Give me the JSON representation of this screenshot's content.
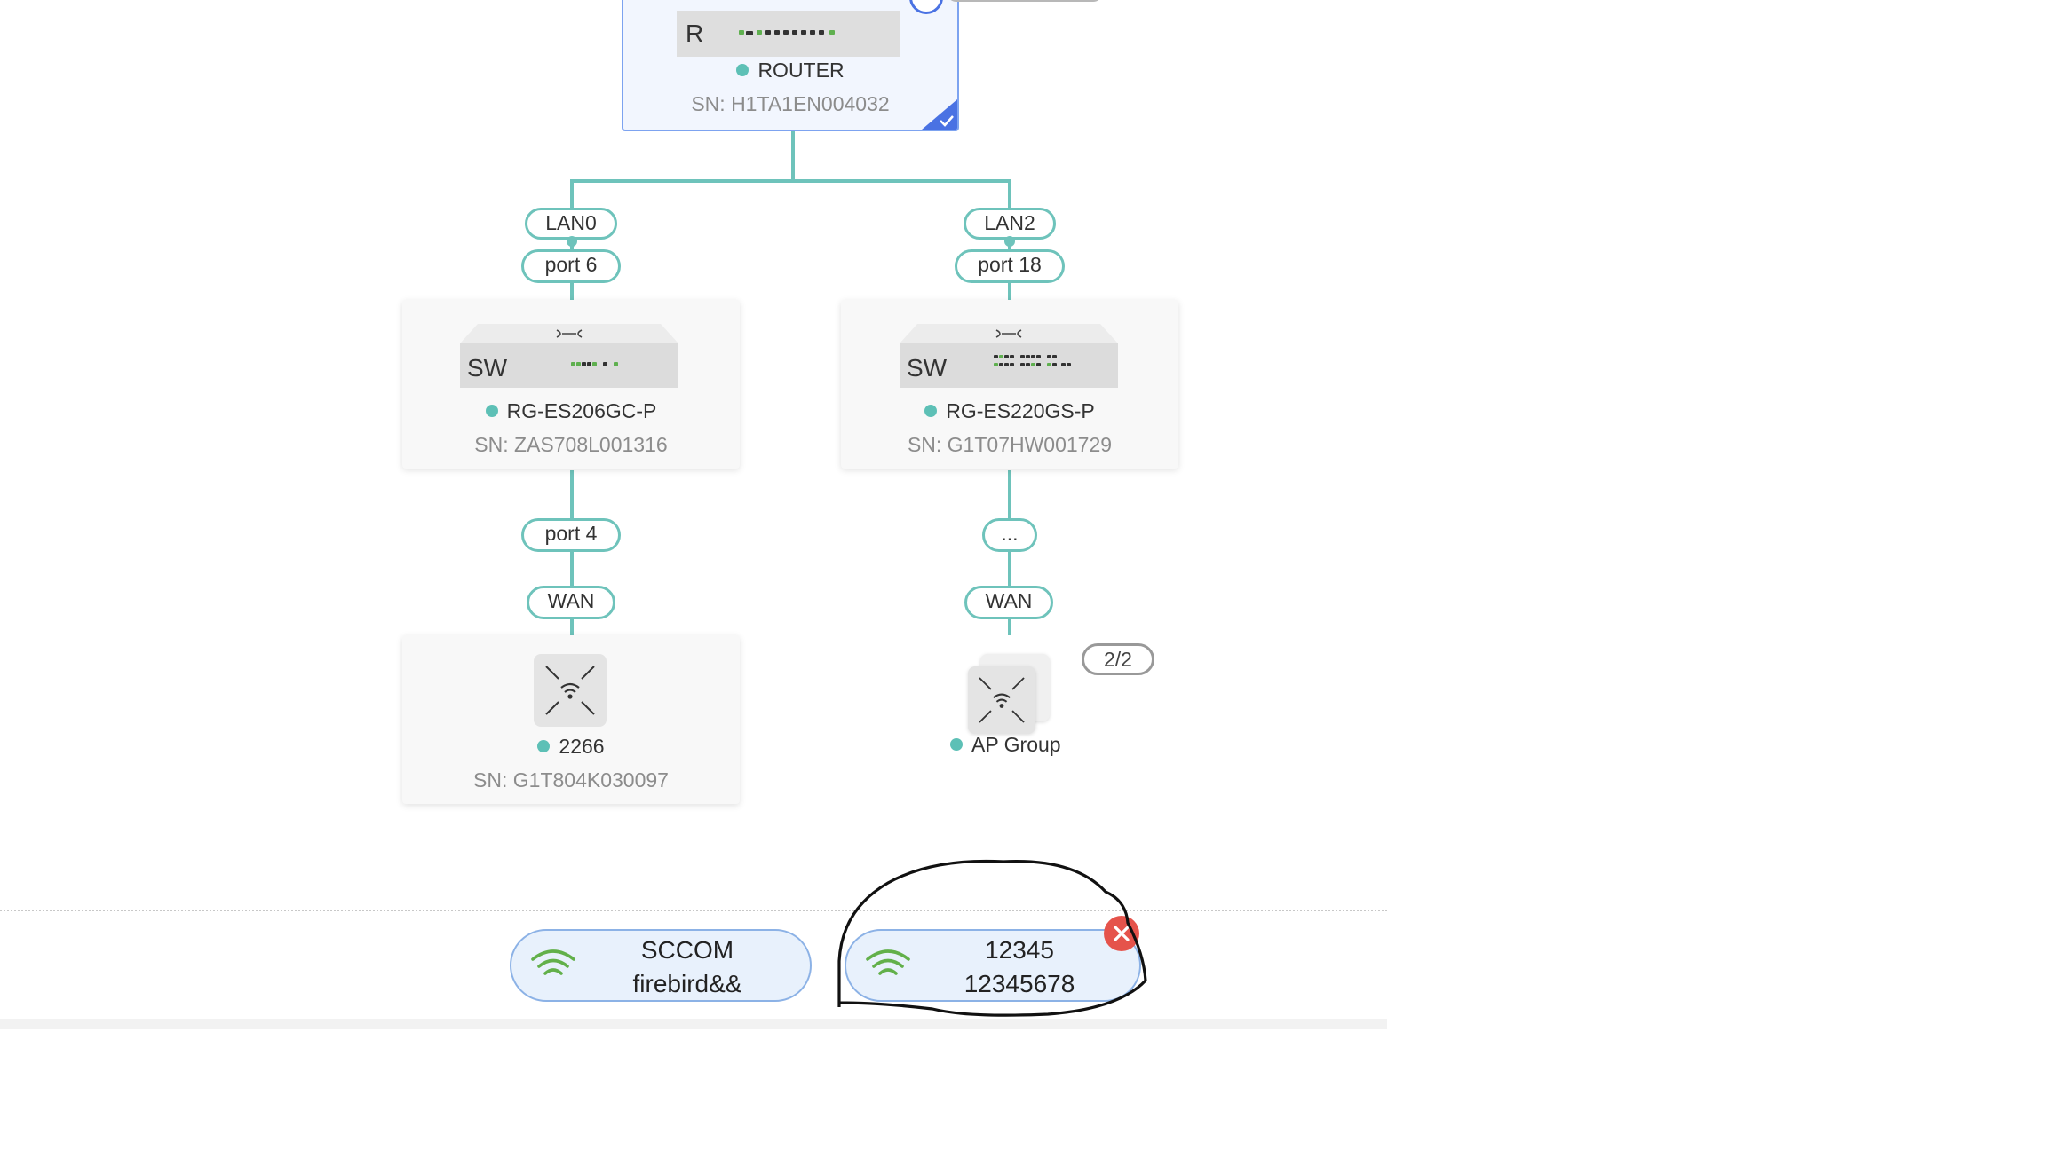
{
  "router": {
    "label": "R",
    "name": "ROUTER",
    "sn": "SN: H1TA1EN004032"
  },
  "branches": [
    {
      "uplink_port": "LAN0",
      "downlink_port": "port 6",
      "switch": {
        "label": "SW",
        "name": "RG-ES206GC-P",
        "sn": "SN: ZAS708L001316"
      },
      "switch_out_port": "port 4",
      "ap_in_port": "WAN",
      "ap": {
        "name": "2266",
        "sn": "SN: G1T804K030097"
      }
    },
    {
      "uplink_port": "LAN2",
      "downlink_port": "port 18",
      "switch": {
        "label": "SW",
        "name": "RG-ES220GS-P",
        "sn": "SN: G1T07HW001729"
      },
      "switch_out_port": "...",
      "ap_in_port": "WAN",
      "ap_group": {
        "name": "AP Group",
        "count": "2/2"
      }
    }
  ],
  "ssids": [
    {
      "name": "SCCOM",
      "password": "firebird&&",
      "icon": "wifi-icon"
    },
    {
      "name": "12345",
      "password": "12345678",
      "icon": "wifi-icon",
      "removable": true
    }
  ],
  "colors": {
    "link": "#6ec3bb",
    "status_online": "#5dc0b6",
    "ssid_bg": "#e8f1fc",
    "delete_badge": "#e5534b",
    "selected_accent": "#4a72e3"
  }
}
